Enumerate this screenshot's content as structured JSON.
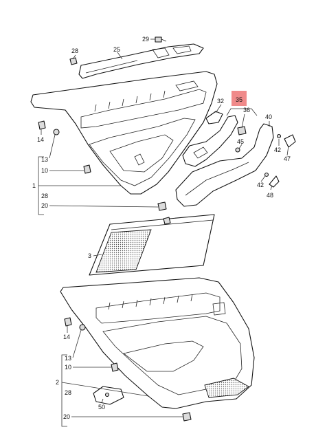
{
  "labels": {
    "l29": "29",
    "l28a": "28",
    "l25": "25",
    "l32": "32",
    "l35": "35",
    "l36": "36",
    "l40": "40",
    "l45": "45",
    "l42a": "42",
    "l47": "47",
    "l14a": "14",
    "l13a": "13",
    "l10a": "10",
    "l1": "1",
    "l28b": "28",
    "l20a": "20",
    "l42b": "42",
    "l48": "48",
    "l3": "3",
    "l14b": "14",
    "l13b": "13",
    "l10b": "10",
    "l2": "2",
    "l28c": "28",
    "l50": "50",
    "l20b": "20"
  },
  "colors": {
    "highlight": "#f08a8a"
  }
}
